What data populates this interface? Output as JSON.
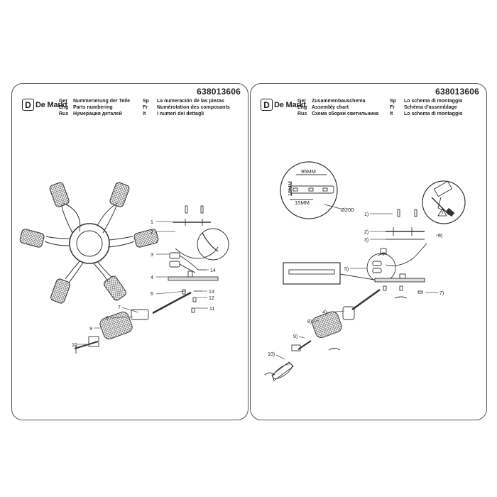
{
  "brand": {
    "name": "De Markt",
    "mark": "D"
  },
  "left": {
    "code": "638013606",
    "header": [
      {
        "lang": "Ger",
        "text": "Nummerierung der Teile"
      },
      {
        "lang": "Eng",
        "text": "Parts numbering"
      },
      {
        "lang": "Rus",
        "text": "Нумерация деталей"
      },
      {
        "lang": "Sp",
        "text": "La numeración de las piezas"
      },
      {
        "lang": "Fr",
        "text": "Numérotation des composants"
      },
      {
        "lang": "It",
        "text": "I numeri dei dettagli"
      }
    ],
    "callouts": [
      "1",
      "2",
      "3",
      "4",
      "6",
      "7",
      "8",
      "9",
      "10",
      "11",
      "12",
      "13",
      "14"
    ]
  },
  "right": {
    "code": "638013606",
    "header": [
      {
        "lang": "Ger",
        "text": "Zusammenbauschema"
      },
      {
        "lang": "Eng",
        "text": "Assembly chart"
      },
      {
        "lang": "Rus",
        "text": "Схема сборки светильника"
      },
      {
        "lang": "Sp",
        "text": "Lo schema di montaggio"
      },
      {
        "lang": "Fr",
        "text": "Schéma d'assemblage"
      },
      {
        "lang": "It",
        "text": "Lo schema di montaggio"
      }
    ],
    "dimensions": {
      "width": "95MM",
      "height": "15MM",
      "spacing": "15MM",
      "diameter": "Ø200"
    },
    "callouts": [
      "1)",
      "2)",
      "3)",
      "4)",
      "5)",
      "6)",
      "7)",
      "8)",
      "9)",
      "10)"
    ]
  }
}
